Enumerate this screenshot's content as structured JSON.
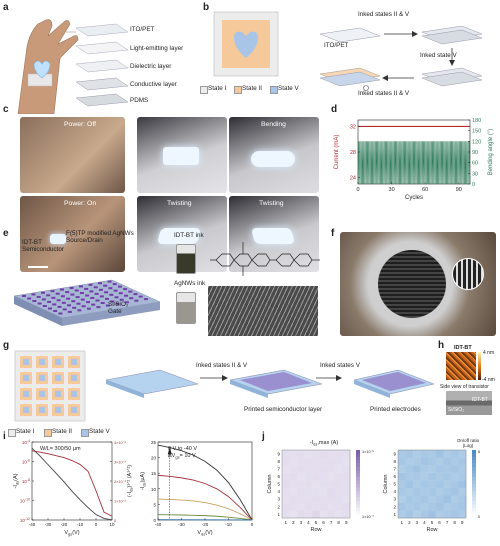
{
  "panels": {
    "a": {
      "letter": "a",
      "layers": [
        "ITO/PET",
        "Light-emitting layer",
        "Dielectric layer",
        "Conductive layer",
        "PDMS"
      ]
    },
    "b": {
      "letter": "b",
      "states": [
        "State I",
        "State II",
        "State V"
      ],
      "state_colors": [
        "#ececec",
        "#f5c99a",
        "#a8c4e6"
      ],
      "top_label": "Inked states II & V",
      "ito_label": "ITO/PET",
      "mid_label": "Inked state V",
      "bottom_label": "Inked states II & V"
    },
    "c": {
      "letter": "c",
      "photo_labels": [
        "Power: Off",
        "Power: On",
        "Bending",
        "Twisting",
        "Twisting"
      ]
    },
    "d": {
      "letter": "d"
    },
    "e": {
      "letter": "e",
      "labels": {
        "semiconductor": "IDT-BT\nSemiconductor",
        "sd": "F(5)TP modified AgNWs\nSource/Drain",
        "gate": "Si/SiO₂\nGate",
        "idt_ink": "IDT-BT ink",
        "agnw_ink": "AgNWs ink"
      }
    },
    "f": {
      "letter": "f"
    },
    "g": {
      "letter": "g",
      "states": [
        "State I",
        "State II",
        "State V"
      ],
      "arrow1": "Inked states II & V",
      "arrow2": "Inked states V",
      "caption1": "Printed semiconductor layer",
      "caption2": "Printed electrodes"
    },
    "h": {
      "letter": "h",
      "top_label": "IDT-BT",
      "scale_top": "4 nm",
      "scale_bottom": "-4 nm",
      "caption": "Side view of transistor",
      "sem_label1": "IDT-BT",
      "sem_label2": "Si/SiO₂"
    },
    "i": {
      "letter": "i",
      "annotation_left": "W/L= 300/50 µm",
      "annotation_right_1": "0 V to -40 V",
      "annotation_right_2": "ΔV",
      "annotation_right_2b": "gs",
      "annotation_right_2c": "= 10 V"
    },
    "j": {
      "letter": "j",
      "title_left": "-I",
      "title_left_sub": "ds",
      "title_left_rest": ",max (A)",
      "title_right": "On/off ratio\n(Log)"
    }
  },
  "chart_data": [
    {
      "id": "d",
      "type": "line",
      "title": "",
      "xlabel": "Cycles",
      "ylabel": "Current (mA)",
      "y2label": "Bending angle (°)",
      "xlim": [
        0,
        100
      ],
      "ylim": [
        23,
        33
      ],
      "y2lim": [
        0,
        180
      ],
      "xticks": [
        0,
        30,
        60,
        90
      ],
      "yticks": [
        24,
        28,
        32
      ],
      "y2ticks": [
        0,
        30,
        60,
        90,
        120,
        150,
        180
      ],
      "series": [
        {
          "axis": "left",
          "color": "#b5292f",
          "x": [
            0,
            100
          ],
          "y": [
            32,
            32
          ]
        },
        {
          "axis": "right",
          "color": "#2e7a5a",
          "oscillation": {
            "min": 0,
            "max": 120,
            "cycles": 100
          }
        }
      ]
    },
    {
      "id": "i_left",
      "type": "line",
      "xlabel": "V",
      "xlabel_sub": "gs",
      "xlabel_unit": "(V)",
      "ylabel": "-I",
      "ylabel_sub": "ds",
      "ylabel_unit": "(A)",
      "y2label": "(-I",
      "y2label_sub": "ds",
      "y2label_unit": ")¹ᐟ² (A¹ᐟ²)",
      "xlim": [
        -40,
        10
      ],
      "xticks": [
        -40,
        -30,
        -20,
        -10,
        0,
        10
      ],
      "ylog": true,
      "ylim_exp": [
        -12,
        -4
      ],
      "yticks_exp": [
        -12,
        -10,
        -8,
        -6,
        -4
      ],
      "y2ticks": [
        "0",
        "1×10⁻³",
        "2×10⁻³",
        "3×10⁻³",
        "4×10⁻³"
      ],
      "series": [
        {
          "name": "",
          "color": "#a3303a",
          "x": [
            10,
            5,
            0,
            -5,
            -10,
            -15,
            -20,
            -25,
            -30,
            -35,
            -40
          ],
          "logy": [
            -11.6,
            -11.2,
            -9.0,
            -7.0,
            -6.3,
            -5.9,
            -5.6,
            -5.4,
            -5.2,
            -5.05,
            -4.9
          ]
        },
        {
          "name": "",
          "color": "#444444",
          "x": [
            -40,
            -35,
            -30,
            -25,
            -20,
            -15,
            -10,
            -5,
            0,
            5,
            10
          ],
          "y2frac": [
            0.92,
            0.82,
            0.71,
            0.6,
            0.49,
            0.37,
            0.26,
            0.16,
            0.07,
            0.02,
            0.0
          ]
        }
      ]
    },
    {
      "id": "i_right",
      "type": "line",
      "xlabel": "V",
      "xlabel_sub": "ds",
      "xlabel_unit": "(V)",
      "ylabel": "-I",
      "ylabel_sub": "ds",
      "ylabel_unit": "(µA)",
      "xlim": [
        -40,
        0
      ],
      "xticks": [
        -40,
        -30,
        -20,
        -10,
        0
      ],
      "ylim": [
        0,
        25
      ],
      "yticks": [
        0,
        5,
        10,
        15,
        20,
        25
      ],
      "series": [
        {
          "name": "",
          "color": "#333333",
          "x": [
            0,
            -5,
            -10,
            -15,
            -20,
            -25,
            -30,
            -35,
            -40
          ],
          "y": [
            0,
            6.5,
            12,
            16,
            18.8,
            20.8,
            22.2,
            23.2,
            24
          ]
        },
        {
          "name": "",
          "color": "#a3303a",
          "x": [
            0,
            -5,
            -10,
            -15,
            -20,
            -25,
            -30,
            -35,
            -40
          ],
          "y": [
            0,
            4,
            7.5,
            10,
            11.7,
            12.8,
            13.5,
            14,
            14.3
          ]
        },
        {
          "name": "",
          "color": "#c9a060",
          "x": [
            0,
            -5,
            -10,
            -15,
            -20,
            -25,
            -30,
            -35,
            -40
          ],
          "y": [
            0,
            2.0,
            3.6,
            4.8,
            5.6,
            6.1,
            6.4,
            6.6,
            6.7
          ]
        },
        {
          "name": "",
          "color": "#6d8b3a",
          "x": [
            0,
            -5,
            -10,
            -15,
            -20,
            -25,
            -30,
            -35,
            -40
          ],
          "y": [
            0,
            0.5,
            0.9,
            1.2,
            1.4,
            1.5,
            1.6,
            1.65,
            1.7
          ]
        },
        {
          "name": "",
          "color": "#2b6ea8",
          "x": [
            0,
            -40
          ],
          "y": [
            0,
            0.1
          ]
        }
      ]
    },
    {
      "id": "j_left",
      "type": "heatmap",
      "xlabel": "Row",
      "ylabel": "Column",
      "xticks": [
        1,
        2,
        3,
        4,
        5,
        6,
        7,
        8,
        9
      ],
      "yticks": [
        1,
        2,
        3,
        4,
        5,
        6,
        7,
        8,
        9
      ],
      "colorbar_ticks": [
        "1×10⁻⁵",
        "1×10⁻⁷"
      ],
      "colors": [
        "#ffffff",
        "#7a5fa8"
      ],
      "values": [
        [
          0.2,
          0.18,
          0.22,
          0.2,
          0.25,
          0.19,
          0.21,
          0.18,
          0.2
        ],
        [
          0.21,
          0.2,
          0.19,
          0.22,
          0.2,
          0.21,
          0.19,
          0.2,
          0.22
        ],
        [
          0.19,
          0.21,
          0.2,
          0.2,
          0.22,
          0.2,
          0.21,
          0.2,
          0.19
        ],
        [
          0.2,
          0.19,
          0.21,
          0.2,
          0.2,
          0.19,
          0.22,
          0.2,
          0.2
        ],
        [
          0.22,
          0.2,
          0.2,
          0.21,
          0.19,
          0.2,
          0.2,
          0.21,
          0.2
        ],
        [
          0.2,
          0.21,
          0.19,
          0.2,
          0.21,
          0.2,
          0.19,
          0.2,
          0.21
        ],
        [
          0.19,
          0.2,
          0.22,
          0.2,
          0.2,
          0.21,
          0.2,
          0.19,
          0.2
        ],
        [
          0.21,
          0.19,
          0.2,
          0.21,
          0.2,
          0.2,
          0.21,
          0.2,
          0.19
        ],
        [
          0.2,
          0.2,
          0.21,
          0.19,
          0.2,
          0.22,
          0.2,
          0.21,
          0.2
        ]
      ]
    },
    {
      "id": "j_right",
      "type": "heatmap",
      "xlabel": "Row",
      "ylabel": "Column",
      "xticks": [
        1,
        2,
        3,
        4,
        5,
        6,
        7,
        8,
        9
      ],
      "yticks": [
        1,
        2,
        3,
        4,
        5,
        6,
        7,
        8,
        9
      ],
      "colorbar_ticks": [
        "6",
        "0"
      ],
      "colors": [
        "#ffffff",
        "#4a8cc9"
      ],
      "values": [
        [
          0.45,
          0.5,
          0.42,
          0.48,
          0.52,
          0.44,
          0.47,
          0.5,
          0.46
        ],
        [
          0.5,
          0.46,
          0.49,
          0.44,
          0.48,
          0.51,
          0.45,
          0.47,
          0.5
        ],
        [
          0.43,
          0.49,
          0.47,
          0.5,
          0.45,
          0.48,
          0.52,
          0.44,
          0.48
        ],
        [
          0.48,
          0.44,
          0.5,
          0.47,
          0.49,
          0.45,
          0.48,
          0.51,
          0.45
        ],
        [
          0.46,
          0.51,
          0.45,
          0.49,
          0.47,
          0.5,
          0.44,
          0.48,
          0.52
        ],
        [
          0.51,
          0.47,
          0.48,
          0.45,
          0.5,
          0.46,
          0.49,
          0.45,
          0.47
        ],
        [
          0.44,
          0.48,
          0.52,
          0.46,
          0.44,
          0.49,
          0.47,
          0.5,
          0.46
        ],
        [
          0.49,
          0.45,
          0.46,
          0.51,
          0.48,
          0.44,
          0.5,
          0.46,
          0.49
        ],
        [
          0.47,
          0.5,
          0.44,
          0.48,
          0.46,
          0.52,
          0.45,
          0.49,
          0.44
        ]
      ]
    }
  ]
}
